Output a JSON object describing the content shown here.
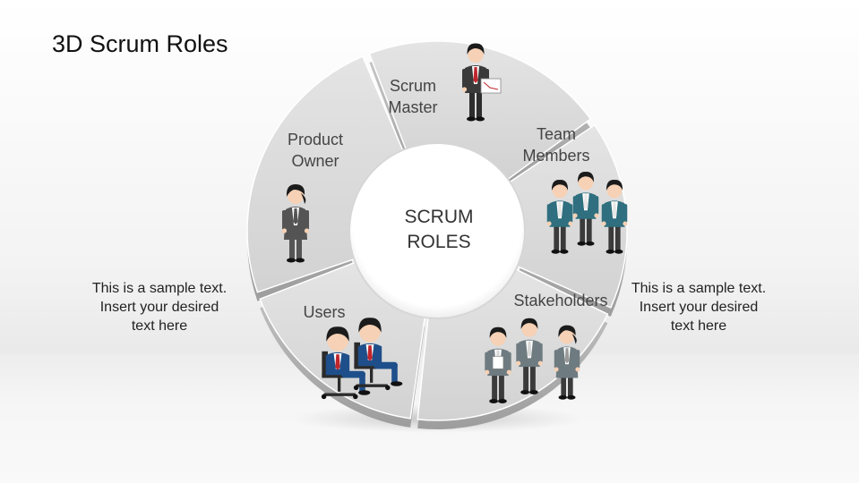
{
  "slide": {
    "title": "3D Scrum Roles"
  },
  "diagram": {
    "center": {
      "line1": "SCRUM",
      "line2": "ROLES"
    },
    "segments": [
      {
        "id": "scrum-master",
        "label_lines": [
          "Scrum",
          "Master"
        ]
      },
      {
        "id": "team-members",
        "label_lines": [
          "Team",
          "Members"
        ]
      },
      {
        "id": "stakeholders",
        "label_lines": [
          "Stakeholders"
        ]
      },
      {
        "id": "users",
        "label_lines": [
          "Users"
        ]
      },
      {
        "id": "product-owner",
        "label_lines": [
          "Product",
          "Owner"
        ]
      }
    ]
  },
  "side_notes": {
    "left": {
      "line1": "This is a sample text.",
      "line2": "Insert your desired",
      "line3": "text here"
    },
    "right": {
      "line1": "This is a sample text.",
      "line2": "Insert your desired",
      "line3": "text here"
    }
  },
  "colors": {
    "segment_fill": "#dcdcdc",
    "segment_edge": "#a9a9a9",
    "gap": "#ffffff",
    "suit_blue": "#1f4f8a",
    "suit_teal": "#2f6f7f",
    "suit_gray": "#6e7b80",
    "tie_red": "#c0262d",
    "skin": "#f6d1b5",
    "hair": "#1b1b1b"
  }
}
